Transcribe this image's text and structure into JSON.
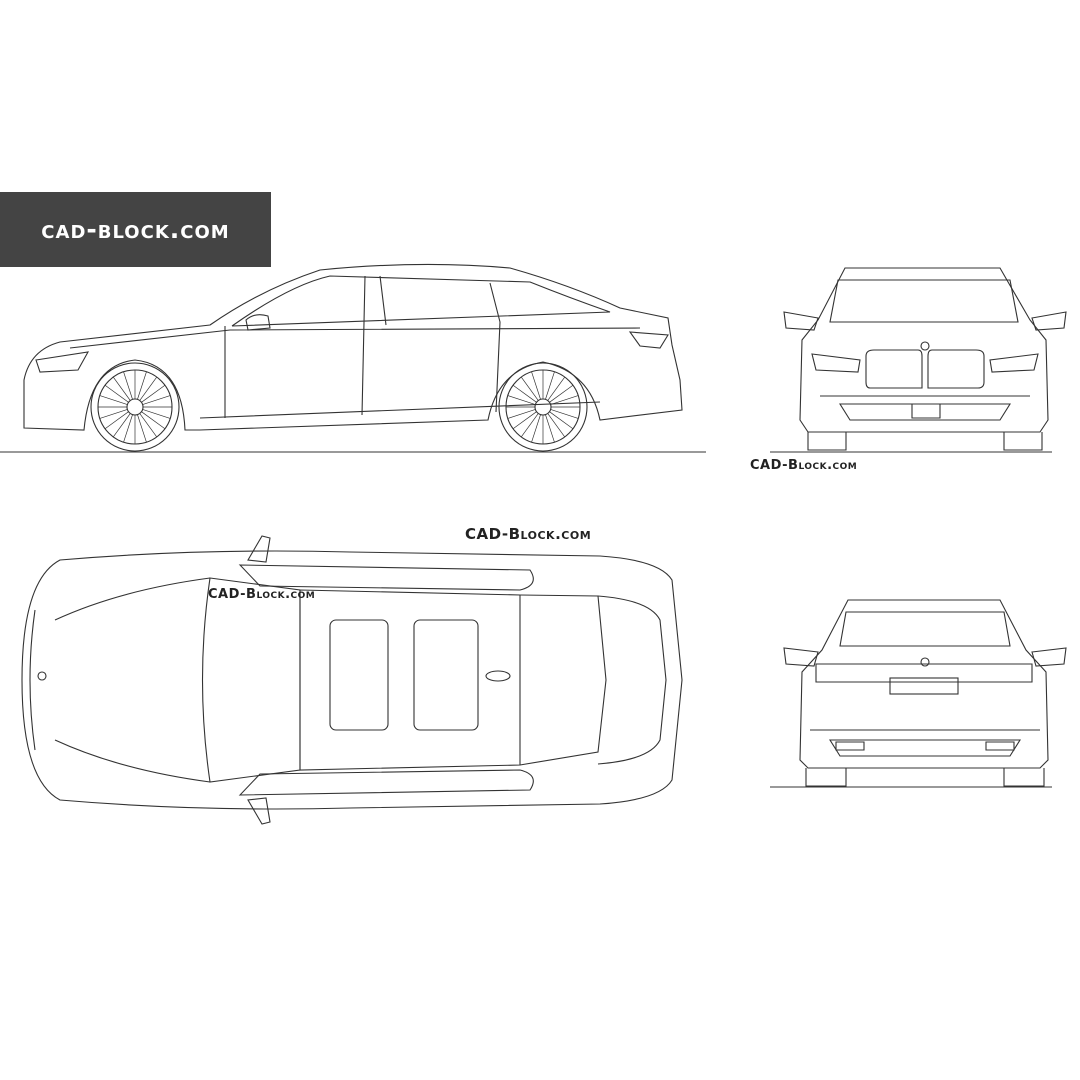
{
  "banner": {
    "text": "CAD-Block.com",
    "background": "#444444",
    "text_color": "#ffffff"
  },
  "watermarks": {
    "front_view": "CAD-Block.com",
    "top_view_right": "CAD-Block.com",
    "top_view_left": "CAD-Block.com"
  },
  "line_color": "#333333"
}
